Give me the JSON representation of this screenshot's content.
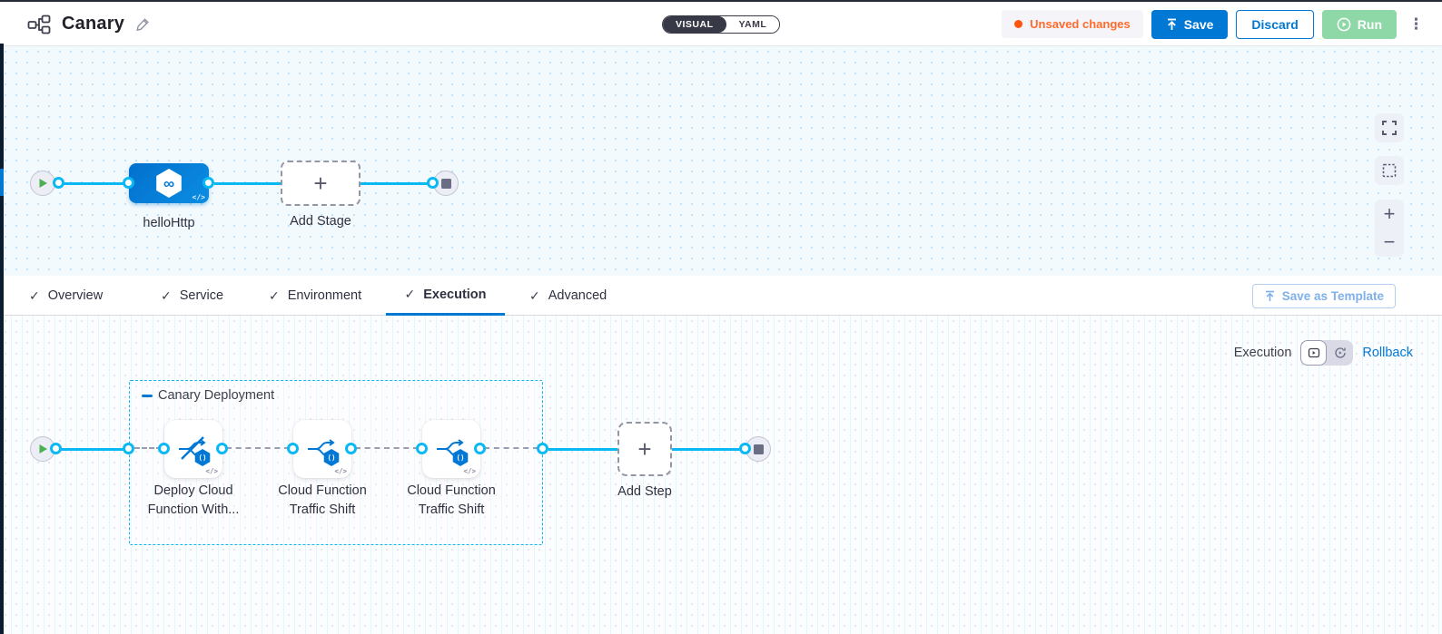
{
  "header": {
    "title": "Canary",
    "view_toggle": {
      "visual": "VISUAL",
      "yaml": "YAML",
      "selected": "VISUAL"
    },
    "unsaved_badge": "Unsaved changes",
    "save_label": "Save",
    "discard_label": "Discard",
    "run_label": "Run"
  },
  "stage_canvas": {
    "stage_label": "helloHttp",
    "add_stage_label": "Add Stage"
  },
  "tabs": {
    "items": [
      {
        "label": "Overview"
      },
      {
        "label": "Service"
      },
      {
        "label": "Environment"
      },
      {
        "label": "Execution"
      },
      {
        "label": "Advanced"
      }
    ],
    "active": "Execution",
    "save_as_template": "Save as Template"
  },
  "execution_panel": {
    "mode_label": "Execution",
    "rollback_label": "Rollback",
    "group_label": "Canary Deployment",
    "steps": [
      {
        "label_line1": "Deploy Cloud",
        "label_line2": "Function With..."
      },
      {
        "label_line1": "Cloud Function",
        "label_line2": "Traffic Shift"
      },
      {
        "label_line1": "Cloud Function",
        "label_line2": "Traffic Shift"
      }
    ],
    "add_step_label": "Add Step"
  },
  "icons": {
    "check": "✓",
    "plus": "+",
    "zoom_in": "+",
    "zoom_out": "−",
    "kebab": "⋮",
    "infinity": "∞",
    "code": "</>",
    "badge_glyph": "()"
  },
  "colors": {
    "accent_blue": "#0278d5",
    "connector_cyan": "#0ab9f4",
    "warning_orange": "#ff6b2c",
    "run_green": "#8ed7a6",
    "dark_toggle": "#383946"
  }
}
